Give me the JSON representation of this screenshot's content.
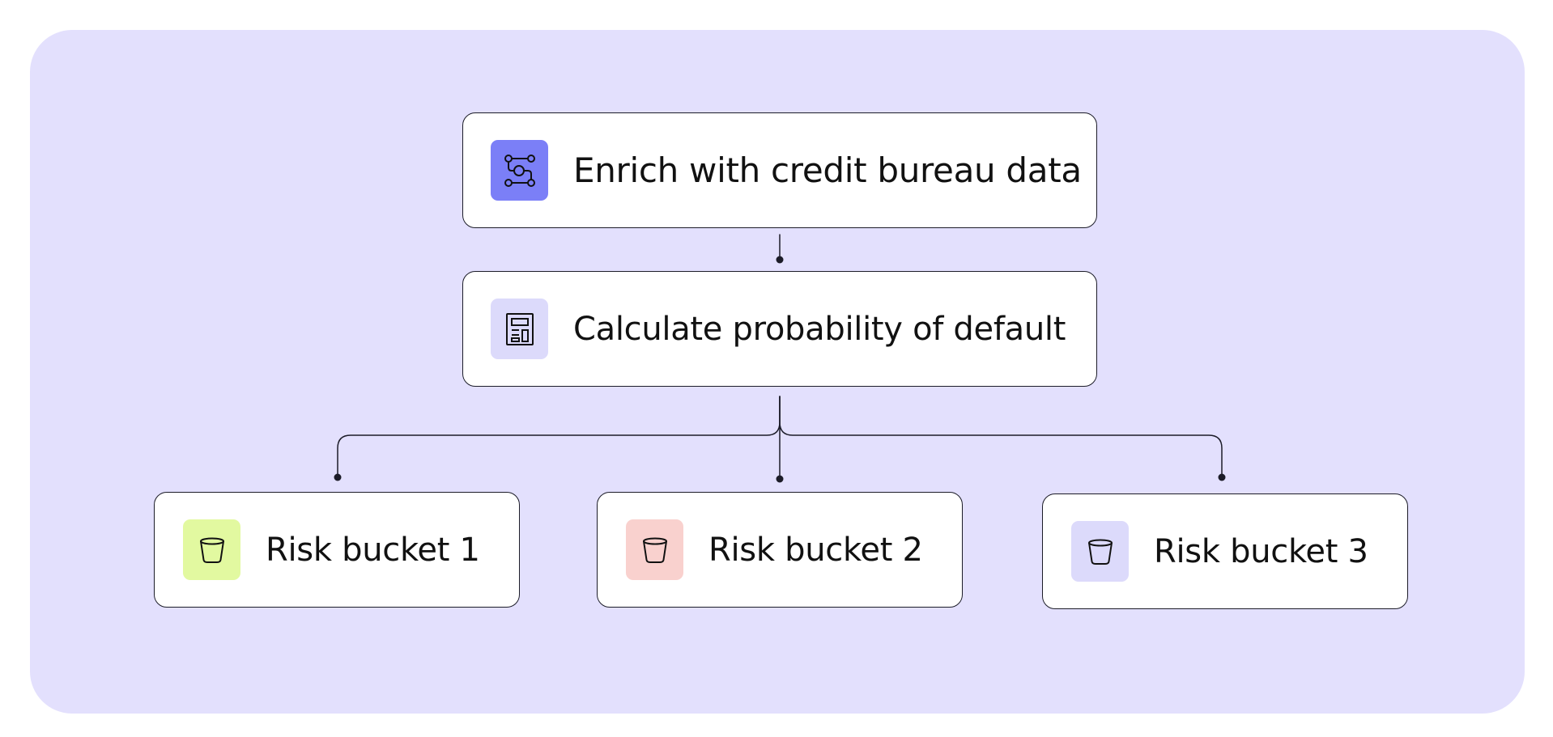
{
  "diagram": {
    "nodes": {
      "enrich": {
        "label": "Enrich with credit bureau data",
        "icon": "network-nodes-icon",
        "icon_bg": "#7b7ff7"
      },
      "calculate": {
        "label": "Calculate probability of default",
        "icon": "calculator-icon",
        "icon_bg": "#dcdafb"
      },
      "bucket1": {
        "label": "Risk bucket 1",
        "icon": "bucket-icon",
        "icon_bg": "#e2f9a0"
      },
      "bucket2": {
        "label": "Risk bucket 2",
        "icon": "bucket-icon",
        "icon_bg": "#f9d1ce"
      },
      "bucket3": {
        "label": "Risk bucket 3",
        "icon": "bucket-icon",
        "icon_bg": "#dcdafb"
      }
    },
    "edges": [
      {
        "from": "enrich",
        "to": "calculate"
      },
      {
        "from": "calculate",
        "to": "bucket1"
      },
      {
        "from": "calculate",
        "to": "bucket2"
      },
      {
        "from": "calculate",
        "to": "bucket3"
      }
    ],
    "colors": {
      "background": "#e3e0fd",
      "node_fill": "#ffffff",
      "stroke": "#1c1c28"
    }
  }
}
